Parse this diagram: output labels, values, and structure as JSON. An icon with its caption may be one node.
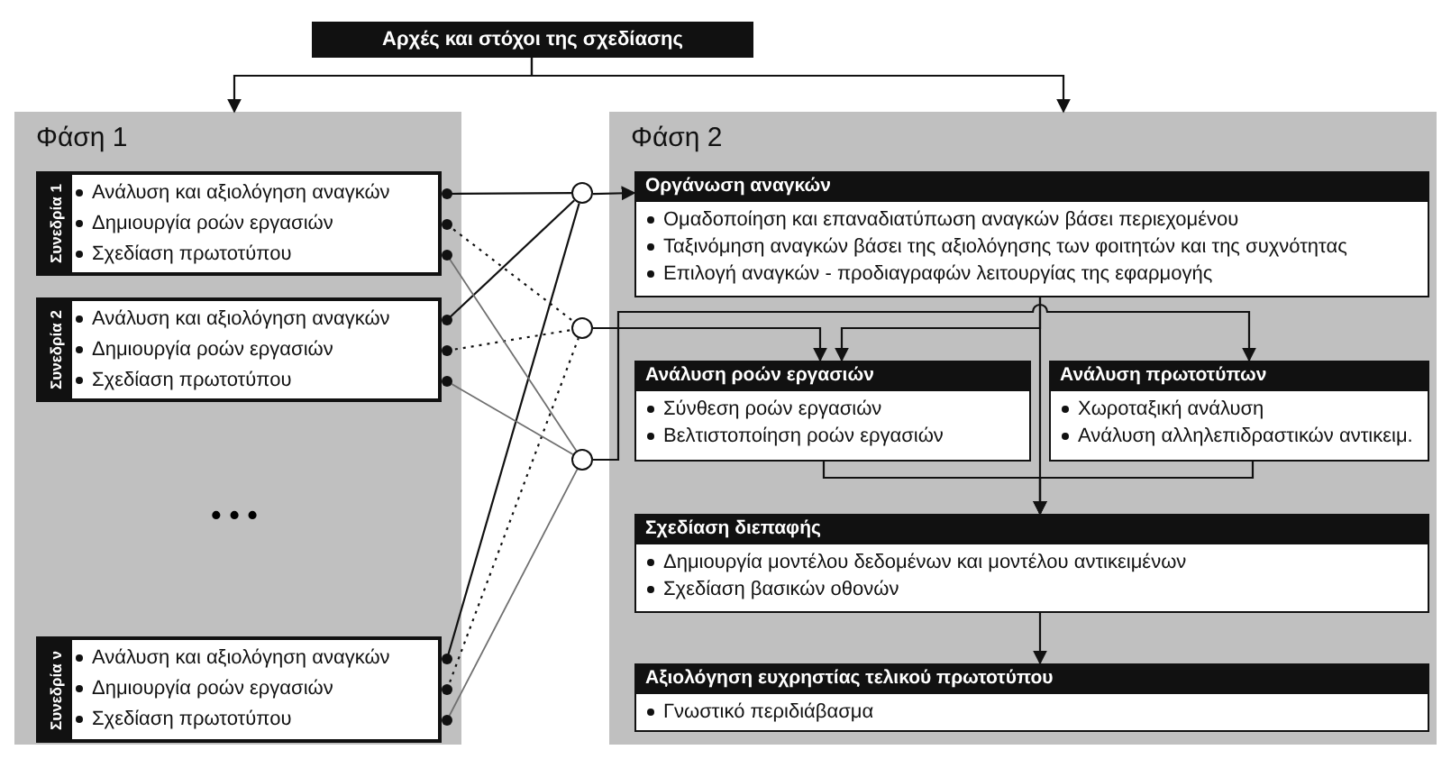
{
  "diagram": {
    "nodes": [
      {
        "text": [
          "Αρχές και στόχοι της σχεδίασης"
        ]
      },
      {
        "text": [
          "Φάση 1"
        ]
      },
      {
        "text": [
          "Συνεδρία 1"
        ],
        "in": 1
      },
      {
        "text": [
          "Ανάλυση και αξιολόγηση αναγκών"
        ],
        "in": 2
      },
      {
        "text": [
          "Δημιουργία ροών εργασιών"
        ],
        "in": 2
      },
      {
        "text": [
          "Σχεδίαση πρωτοτύπου"
        ],
        "in": 2
      },
      {
        "text": [
          "Συνεδρία 2"
        ],
        "in": 1
      },
      {
        "text": [
          "Ανάλυση και αξιολόγηση αναγκών"
        ],
        "in": 6
      },
      {
        "text": [
          "Δημιουργία ροών εργασιών"
        ],
        "in": 6
      },
      {
        "text": [
          "Σχεδίαση πρωτοτύπου"
        ],
        "in": 6
      },
      {
        "text": [
          "Συνεδρία ν"
        ],
        "in": 1
      },
      {
        "text": [
          "Ανάλυση και αξιολόγηση αναγκών"
        ],
        "in": 10
      },
      {
        "text": [
          "Δημιουργία ροών εργασιών"
        ],
        "in": 10
      },
      {
        "text": [
          "Σχεδίαση πρωτοτύπου"
        ],
        "in": 10
      },
      {
        "text": [],
        "shape": "circle"
      },
      {
        "text": [],
        "shape": "circle"
      },
      {
        "text": [],
        "shape": "circle"
      },
      {
        "text": [
          "Φάση 2"
        ]
      },
      {
        "text": [
          "Οργάνωση αναγκών",
          "Ομαδοποίηση και επαναδιατύπωση αναγκών βάσει περιεχομένου",
          "Ταξινόμηση αναγκών βάσει της αξιολόγησης των φοιτητών και της συχνότητας",
          "Επιλογή αναγκών - προδιαγραφών λειτουργίας της εφαρμογής"
        ],
        "in": 17
      },
      {
        "text": [
          "Ανάλυση ροών εργασιών",
          "Σύνθεση ροών εργασιών",
          "Βελτιστοποίηση ροών εργασιών"
        ],
        "in": 17
      },
      {
        "text": [
          "Ανάλυση πρωτοτύπων",
          "Χωροταξική ανάλυση",
          "Ανάλυση αλληλεπιδραστικών αντικειμ."
        ],
        "in": 17
      },
      {
        "text": [
          "Σχεδίαση διεπαφής",
          "Δημιουργία μοντέλου δεδομένων και μοντέλου αντικειμένων",
          "Σχεδίαση βασικών οθονών"
        ],
        "in": 17
      },
      {
        "text": [
          "Αξιολόγηση ευχρηστίας τελικού πρωτοτύπου",
          "Γνωστικό περιδιάβασμα"
        ],
        "in": 17
      }
    ],
    "edges": [
      {
        "from": 0,
        "to": 1,
        "arrow": "to"
      },
      {
        "from": 0,
        "to": 17,
        "arrow": "to"
      },
      {
        "from": 3,
        "to": 14,
        "arrow": "other"
      },
      {
        "from": 7,
        "to": 14,
        "arrow": "other"
      },
      {
        "from": 11,
        "to": 14,
        "arrow": "other"
      },
      {
        "from": 4,
        "to": 15,
        "arrow": "other",
        "style": "dashed"
      },
      {
        "from": 8,
        "to": 15,
        "arrow": "other",
        "style": "dashed"
      },
      {
        "from": 12,
        "to": 15,
        "arrow": "other",
        "style": "dashed"
      },
      {
        "from": 5,
        "to": 16,
        "arrow": "other",
        "color": "#707070"
      },
      {
        "from": 9,
        "to": 16,
        "arrow": "other",
        "color": "#707070"
      },
      {
        "from": 13,
        "to": 16,
        "arrow": "other",
        "color": "#707070"
      },
      {
        "from": 14,
        "to": 18,
        "arrow": "to"
      },
      {
        "from": 15,
        "to": 19,
        "arrow": "to"
      },
      {
        "from": 16,
        "to": 20,
        "arrow": "to"
      },
      {
        "from": 18,
        "to": 19,
        "arrow": "to"
      },
      {
        "from": 18,
        "to": 21,
        "arrow": "to"
      },
      {
        "from": 19,
        "to": 21,
        "arrow": "to"
      },
      {
        "from": 20,
        "to": 21,
        "arrow": "to"
      },
      {
        "from": 21,
        "to": 22,
        "arrow": "to"
      }
    ],
    "labels": [
      "• • •"
    ]
  }
}
